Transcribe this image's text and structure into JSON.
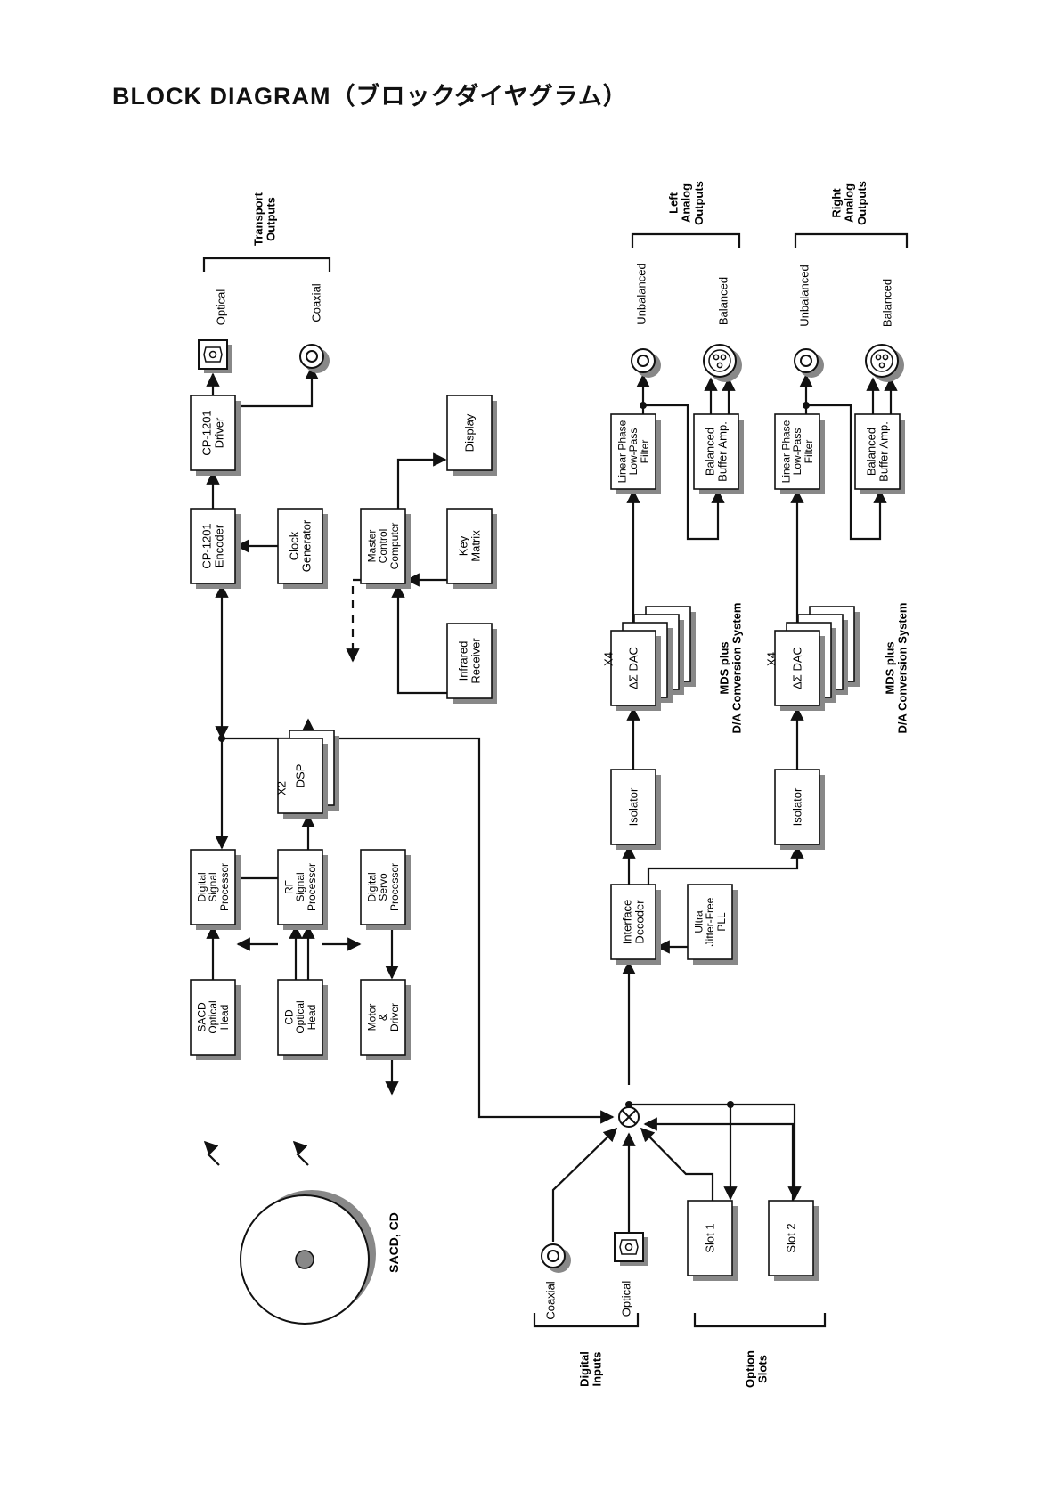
{
  "page": {
    "title": "BLOCK DIAGRAM（ブロックダイヤグラム）"
  },
  "blocks": {
    "cp1201_driver": [
      "CP-1201",
      "Driver"
    ],
    "cp1201_encoder": [
      "CP-1201",
      "Encoder"
    ],
    "clock_generator": [
      "Clock",
      "Generator"
    ],
    "master_control": [
      "Master",
      "Control",
      "Computer"
    ],
    "display": [
      "Display"
    ],
    "key_matrix": [
      "Key",
      "Matrix"
    ],
    "infrared_receiver": [
      "Infrared",
      "Receiver"
    ],
    "dsp": [
      "DSP"
    ],
    "digital_signal_processor": [
      "Digital",
      "Signal",
      "Processor"
    ],
    "rf_signal_processor": [
      "RF",
      "Signal",
      "Processor"
    ],
    "digital_servo_processor": [
      "Digital",
      "Servo",
      "Processor"
    ],
    "sacd_optical_head": [
      "SACD",
      "Optical",
      "Head"
    ],
    "cd_optical_head": [
      "CD",
      "Optical",
      "Head"
    ],
    "motor_driver": [
      "Motor",
      "&",
      "Driver"
    ],
    "interface_decoder": [
      "Interface",
      "Decoder"
    ],
    "ultra_jitter_free_pll": [
      "Ultra",
      "Jitter-Free",
      "PLL"
    ],
    "isolator_left": [
      "Isolator"
    ],
    "isolator_right": [
      "Isolator"
    ],
    "dac_left": [
      "ΔΣ DAC"
    ],
    "dac_right": [
      "ΔΣ DAC"
    ],
    "lpf_left": [
      "Linear Phase",
      "Low-Pass",
      "Filter"
    ],
    "lpf_right": [
      "Linear Phase",
      "Low-Pass",
      "Filter"
    ],
    "buffer_left": [
      "Balanced",
      "Buffer Amp."
    ],
    "buffer_right": [
      "Balanced",
      "Buffer Amp."
    ],
    "slot1": [
      "Slot 1"
    ],
    "slot2": [
      "Slot 2"
    ]
  },
  "labels": {
    "x2": "X2",
    "x4_left": "X4",
    "x4_right": "X4",
    "optical_out": "Optical",
    "coaxial_out": "Coaxial",
    "unbalanced_left": "Unbalanced",
    "balanced_left": "Balanced",
    "unbalanced_right": "Unbalanced",
    "balanced_right": "Balanced",
    "coaxial_in": "Coaxial",
    "optical_in": "Optical",
    "disc": "SACD, CD"
  },
  "groups": {
    "transport_outputs": [
      "Transport",
      "Outputs"
    ],
    "left_analog_outputs": [
      "Left",
      "Analog",
      "Outputs"
    ],
    "right_analog_outputs": [
      "Right",
      "Analog",
      "Outputs"
    ],
    "mds_left": [
      "MDS plus",
      "D/A Conversion System"
    ],
    "mds_right": [
      "MDS plus",
      "D/A Conversion System"
    ],
    "digital_inputs": [
      "Digital",
      "Inputs"
    ],
    "option_slots": [
      "Option",
      "Slots"
    ]
  }
}
